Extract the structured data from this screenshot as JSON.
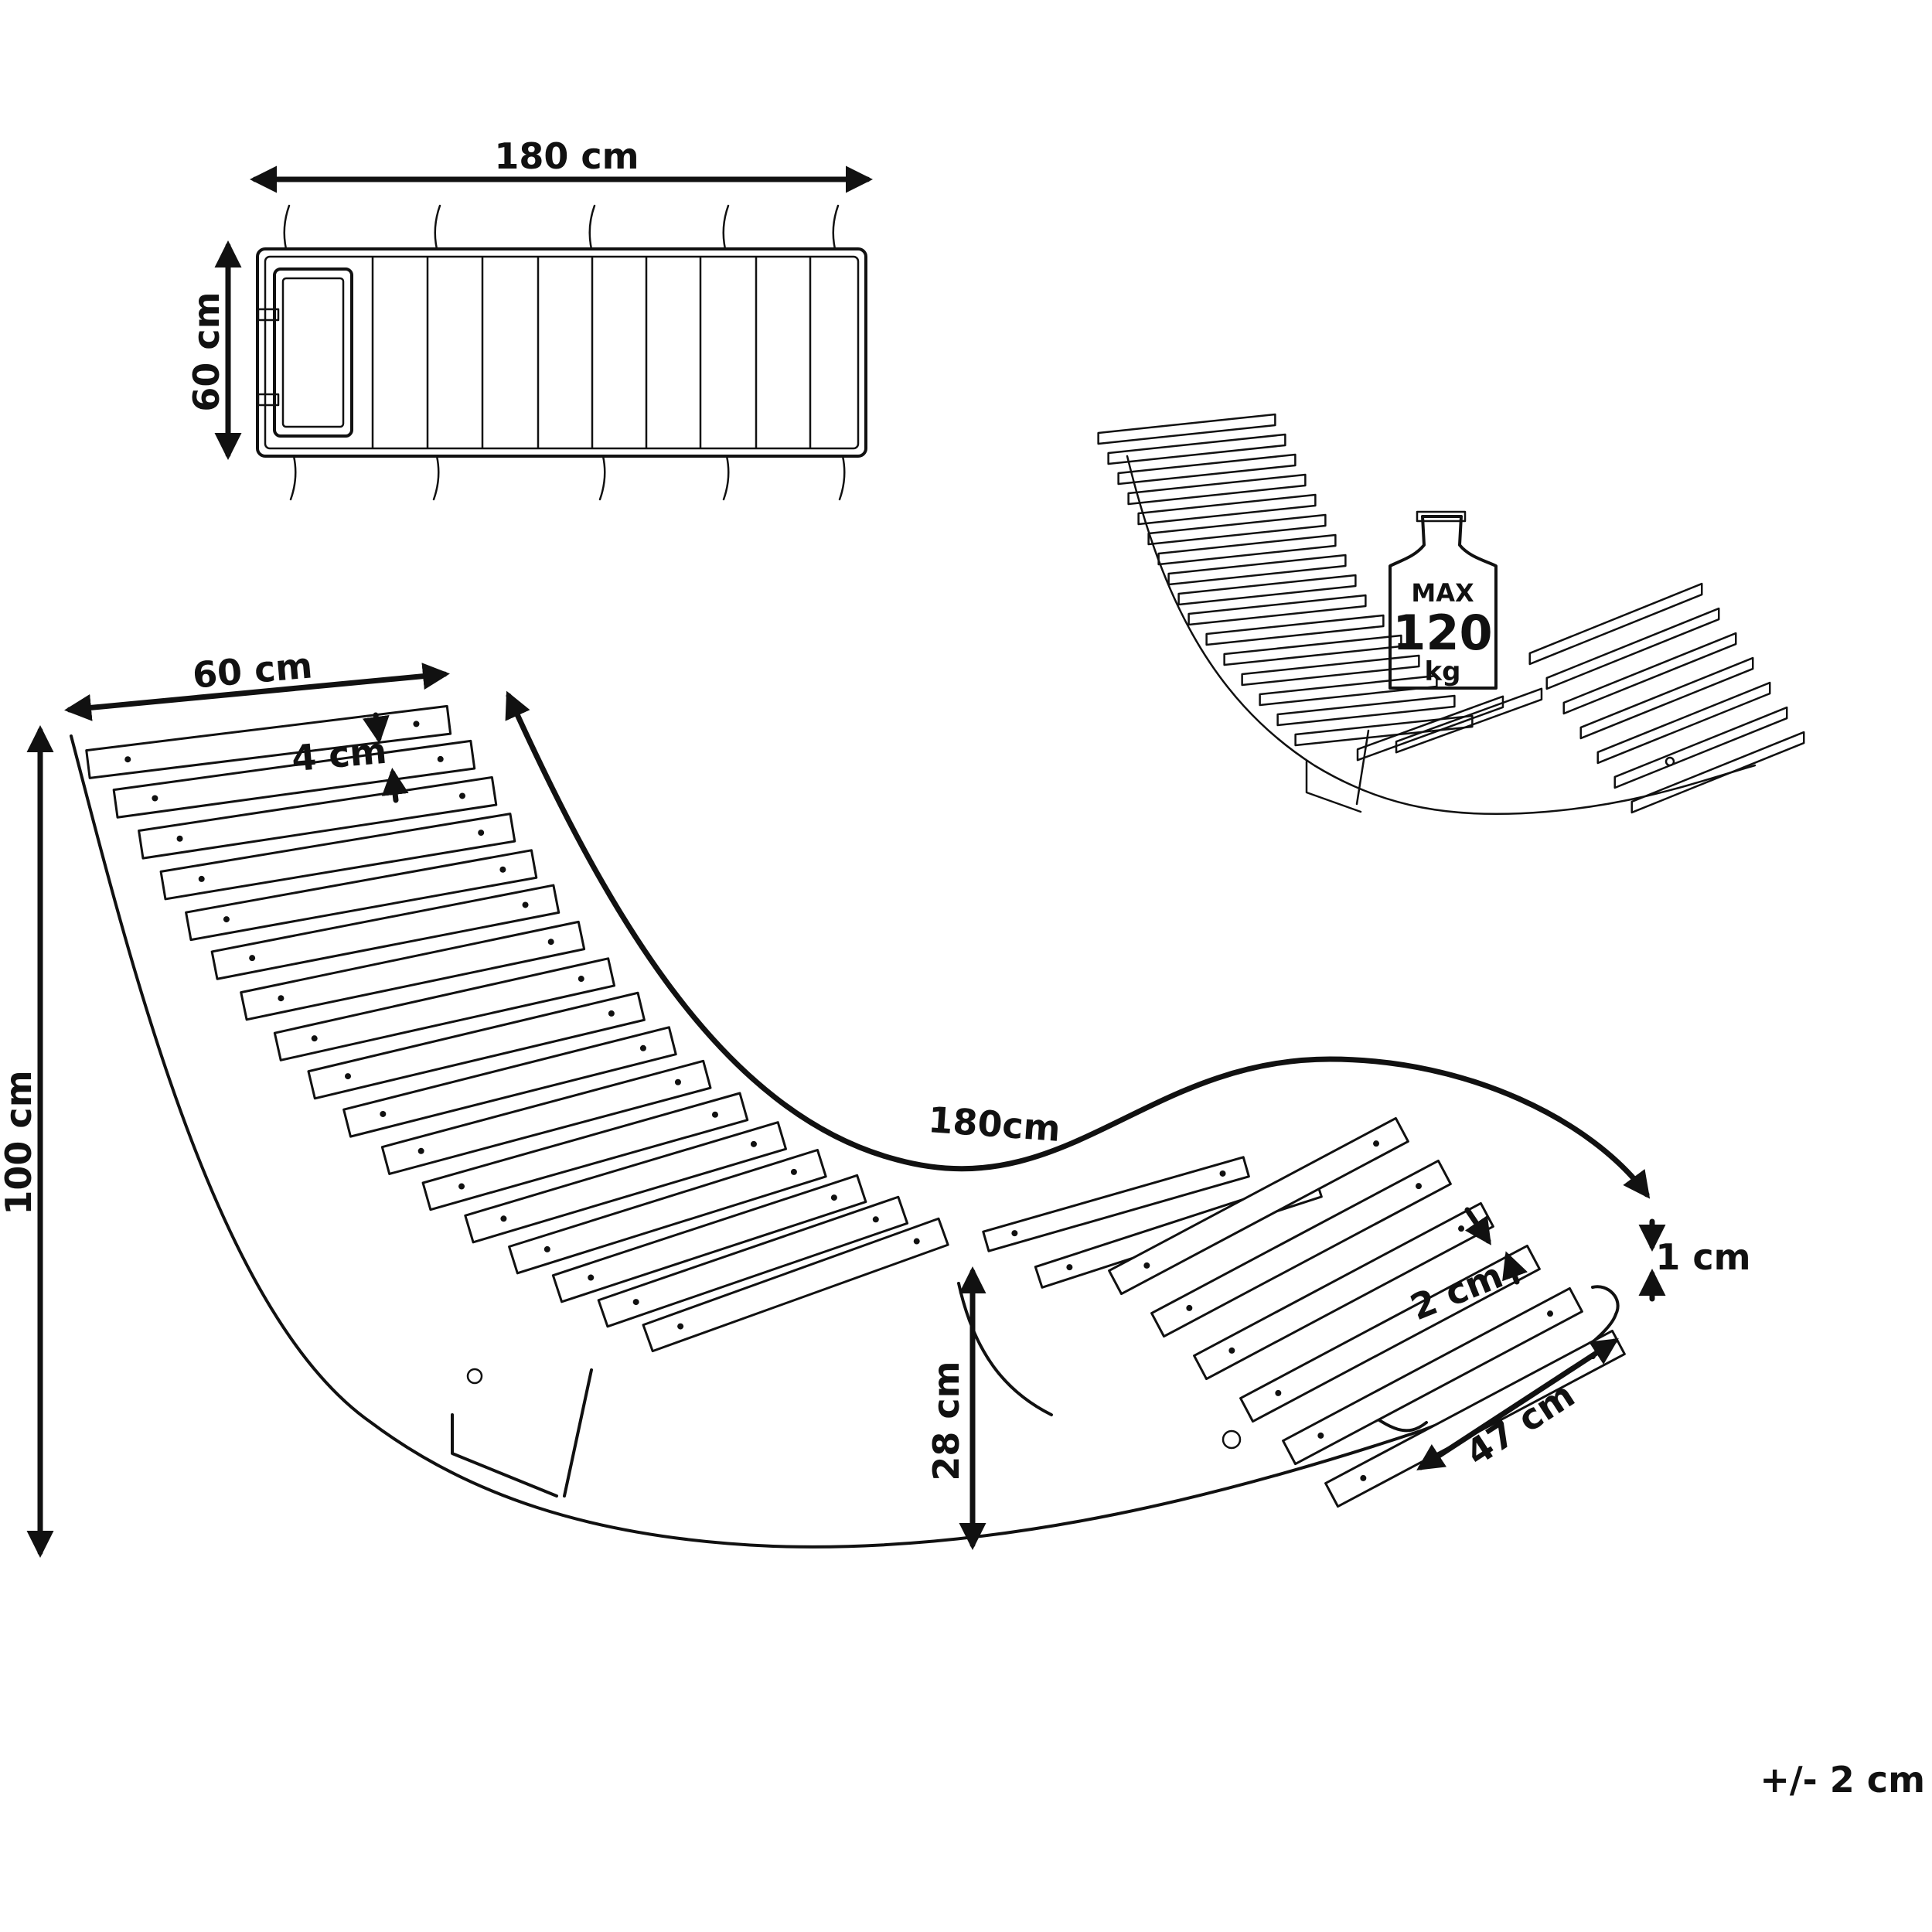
{
  "cushion": {
    "width_label": "180 cm",
    "depth_label": "60 cm"
  },
  "lounger": {
    "slat_width_label": "60 cm",
    "slat_gap_label": "4 cm",
    "height_label": "100 cm",
    "length_label": "180cm",
    "seat_height_label": "28 cm",
    "slat_thickness_label": "1 cm",
    "slat_depth_label": "2 cm",
    "footrest_label": "47 cm"
  },
  "capacity": {
    "max_label": "MAX",
    "value_label": "120",
    "unit_label": "kg"
  },
  "tolerance_label": "+/- 2 cm",
  "icons": [
    "weight-icon",
    "arrow-icon"
  ]
}
